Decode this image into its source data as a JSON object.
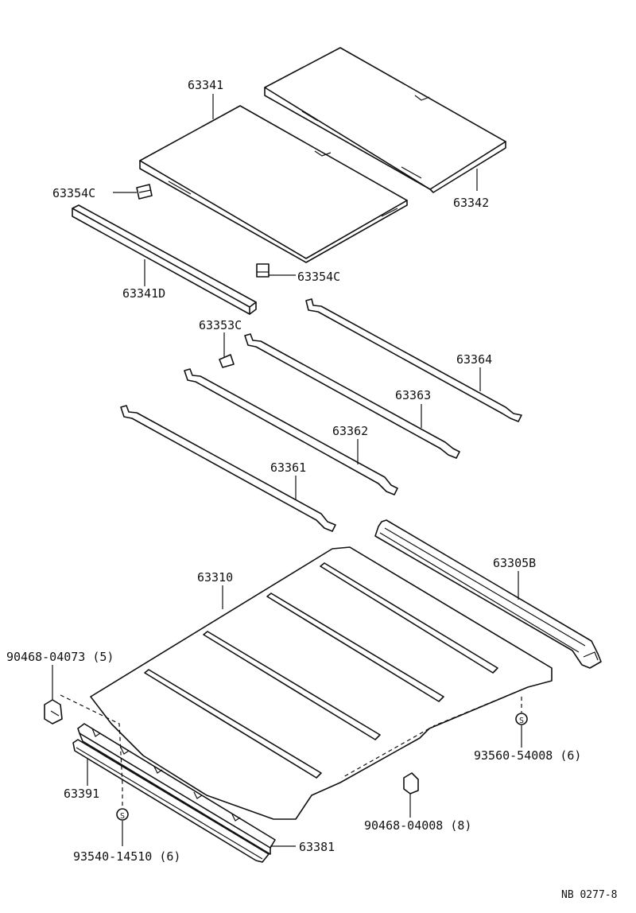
{
  "parts": {
    "p63341": "63341",
    "p63342": "63342",
    "p63354c_a": "63354C",
    "p63354c_b": "63354C",
    "p63341d": "63341D",
    "p63353c": "63353C",
    "p63364": "63364",
    "p63363": "63363",
    "p63362": "63362",
    "p63361": "63361",
    "p63310": "63310",
    "p63305b": "63305B",
    "p90468_04073": "90468-04073 (5)",
    "p93560_54008": "93560-54008 (6)",
    "p63391": "63391",
    "p90468_04008": "90468-04008 (8)",
    "p93540_14510": "93540-14510 (6)",
    "p63381": "63381"
  },
  "symbols": {
    "screw_mark": "S"
  },
  "footer": {
    "code": "NB  0277-8"
  }
}
